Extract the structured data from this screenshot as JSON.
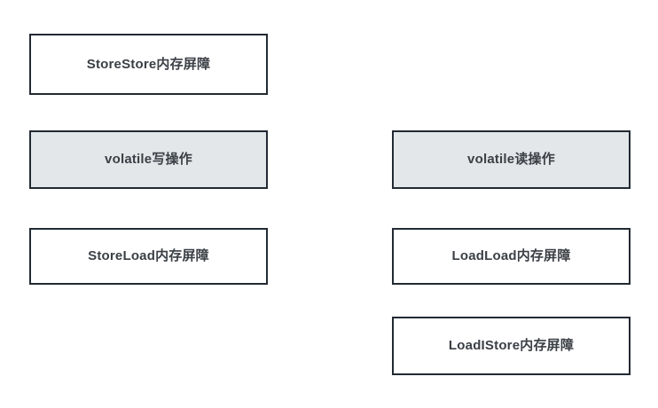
{
  "diagram": {
    "type": "memory-barrier-diagram",
    "background_color": "#ffffff",
    "border_color": "#222a33",
    "text_color": "#3b4046",
    "highlight_fill": "#e3e7ea",
    "columns": [
      {
        "name": "volatile-write-column",
        "nodes": [
          {
            "id": "store-store-barrier",
            "label": "StoreStore内存屏障",
            "fill": "white"
          },
          {
            "id": "volatile-write",
            "label": "volatile写操作",
            "fill": "gray"
          },
          {
            "id": "store-load-barrier",
            "label": "StoreLoad内存屏障",
            "fill": "white"
          }
        ]
      },
      {
        "name": "volatile-read-column",
        "nodes": [
          {
            "id": "volatile-read",
            "label": "volatile读操作",
            "fill": "gray"
          },
          {
            "id": "load-load-barrier",
            "label": "LoadLoad内存屏障",
            "fill": "white"
          },
          {
            "id": "load-store-barrier",
            "label": "LoadIStore内存屏障",
            "fill": "white"
          }
        ]
      }
    ]
  }
}
